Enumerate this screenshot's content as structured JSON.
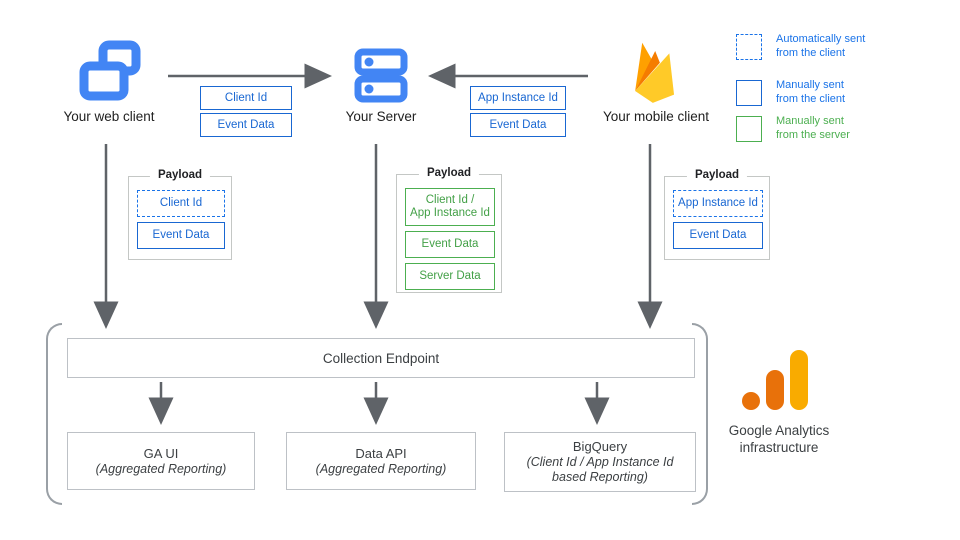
{
  "clients": {
    "web": {
      "label": "Your web client",
      "icon": "overlapping-windows"
    },
    "server": {
      "label": "Your Server",
      "icon": "server-stack"
    },
    "mobile": {
      "label": "Your mobile client",
      "icon": "firebase-flame"
    }
  },
  "flow_params": {
    "web_to_server": [
      "Client Id",
      "Event Data"
    ],
    "mobile_to_server": [
      "App Instance Id",
      "Event Data"
    ]
  },
  "legend": {
    "items": [
      {
        "style": "dashed-blue",
        "lines": [
          "Automatically sent",
          "from the client"
        ]
      },
      {
        "style": "solid-blue",
        "lines": [
          "Manually sent",
          "from the client"
        ]
      },
      {
        "style": "solid-green",
        "lines": [
          "Manually sent",
          "from the server"
        ]
      }
    ]
  },
  "payloads": {
    "web": {
      "title": "Payload",
      "items": [
        {
          "label": "Client Id",
          "style": "dashed-blue"
        },
        {
          "label": "Event Data",
          "style": "solid-blue"
        }
      ]
    },
    "server": {
      "title": "Payload",
      "items": [
        {
          "label": "Client Id /\nApp Instance Id",
          "style": "solid-green"
        },
        {
          "label": "Event Data",
          "style": "solid-green"
        },
        {
          "label": "Server Data",
          "style": "solid-green"
        }
      ]
    },
    "mobile": {
      "title": "Payload",
      "items": [
        {
          "label": "App Instance Id",
          "style": "dashed-blue"
        },
        {
          "label": "Event Data",
          "style": "solid-blue"
        }
      ]
    }
  },
  "infrastructure": {
    "endpoint_label": "Collection Endpoint",
    "nodes": [
      {
        "title": "GA UI",
        "subtitle": "(Aggregated Reporting)"
      },
      {
        "title": "Data API",
        "subtitle": "(Aggregated Reporting)"
      },
      {
        "title": "BigQuery",
        "subtitle": "(Client Id / App Instance Id\nbased Reporting)"
      }
    ],
    "brand": {
      "lines": [
        "Google Analytics",
        "infrastructure"
      ]
    }
  },
  "colors": {
    "icon_blue": "#4285F4",
    "border_blue": "#1967D2",
    "dashed_blue": "#1A73E8",
    "green": "#4CAF50",
    "arrow_gray": "#5F6368",
    "box_gray": "#C4C7C5",
    "text_dark": "#3C4043",
    "ga_orange": "#E8710A",
    "ga_amber": "#F9AB00",
    "firebase_yellow": "#FFCA28",
    "firebase_orange": "#FFA000",
    "firebase_dark_orange": "#F57C00"
  }
}
